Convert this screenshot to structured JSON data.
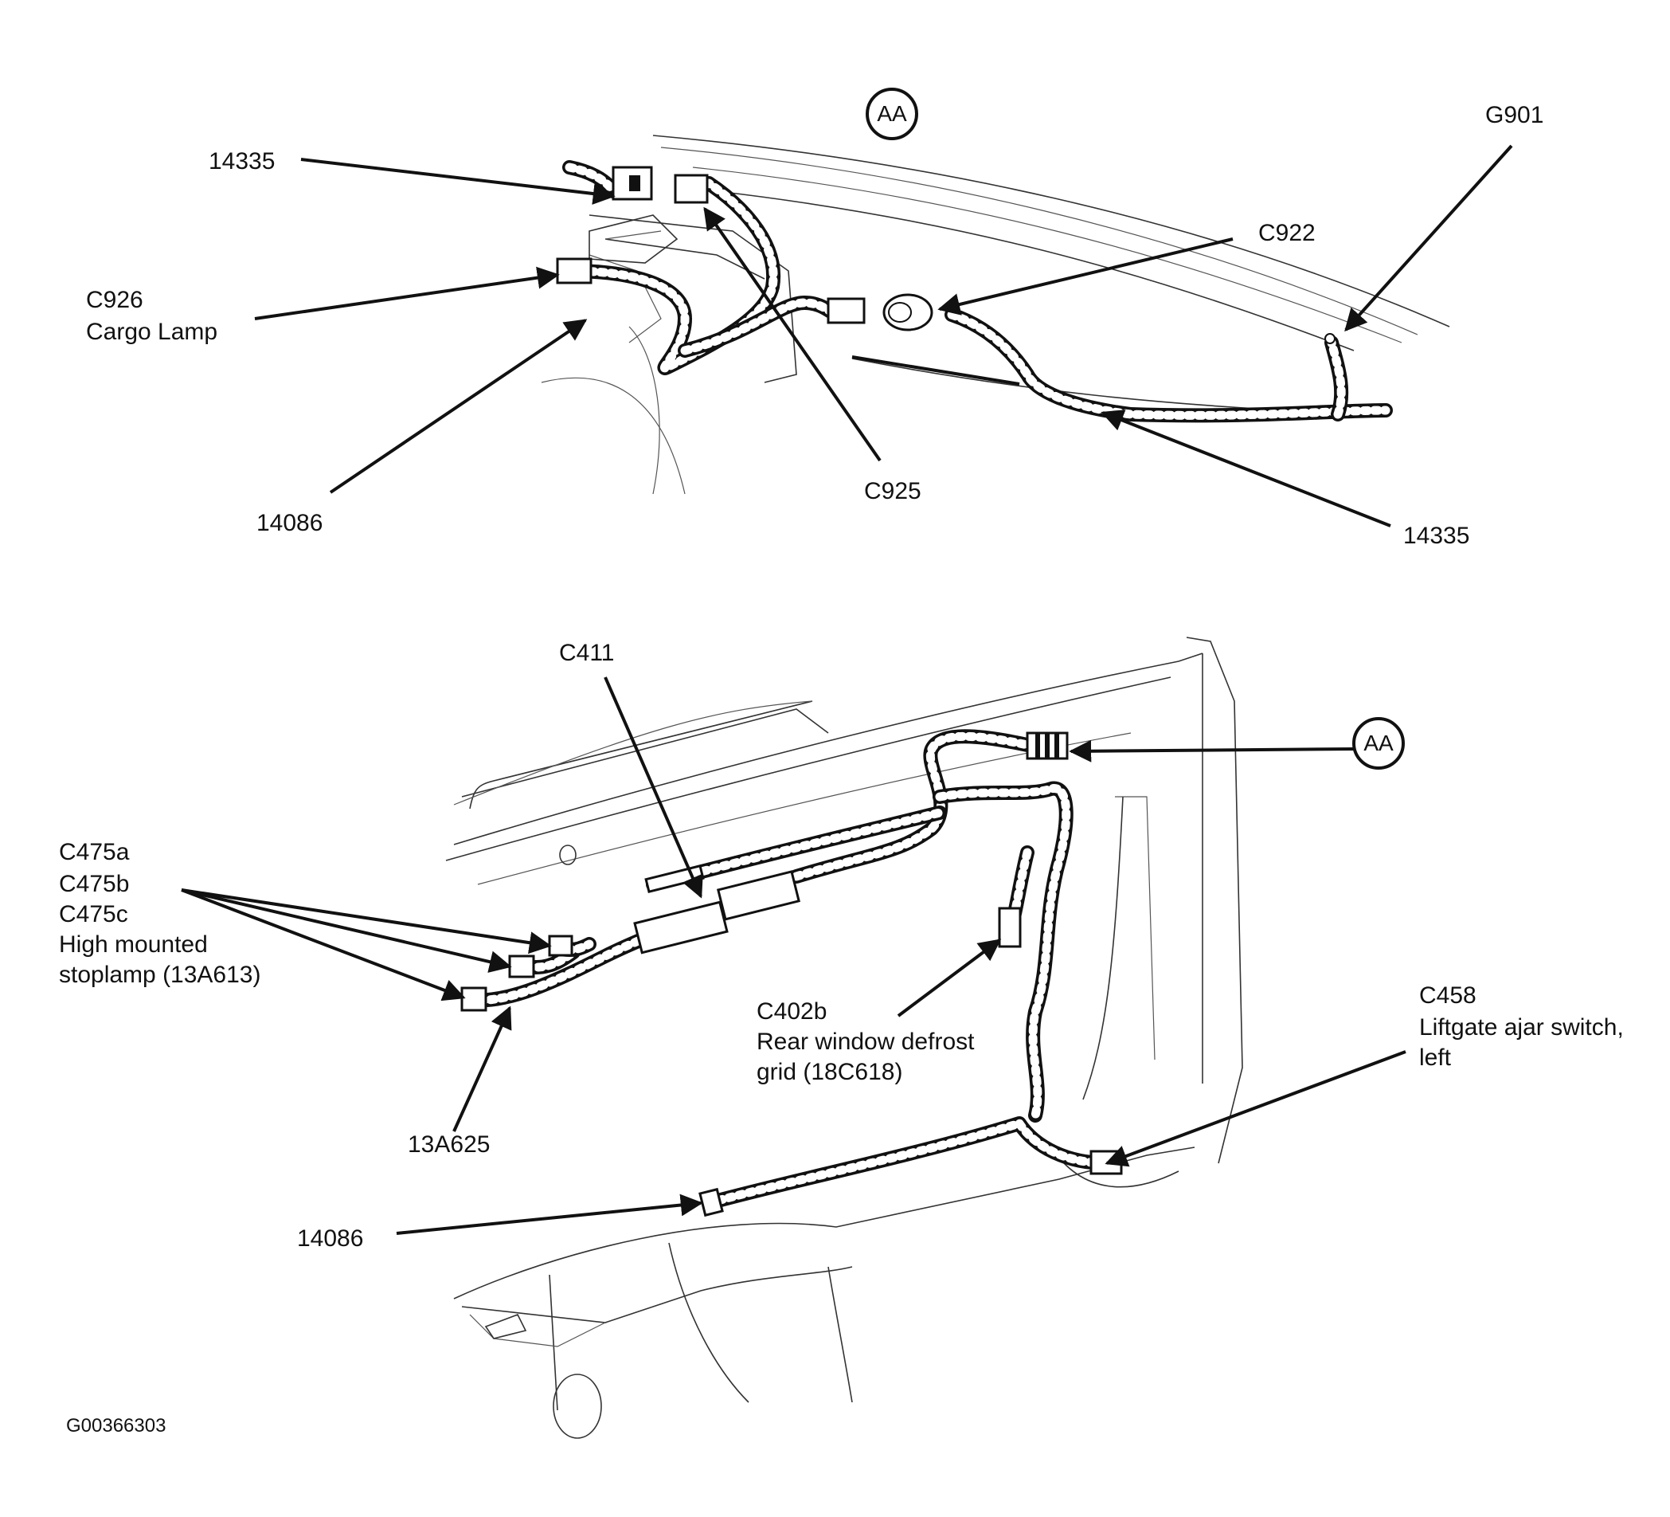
{
  "top_view": {
    "callout": "AA",
    "labels": {
      "l14335_a": "14335",
      "g901": "G901",
      "c922": "C922",
      "c926_a": "C926",
      "c926_b": "Cargo Lamp",
      "l14086_a": "14086",
      "c925": "C925",
      "l14335_b": "14335"
    }
  },
  "bottom_view": {
    "callout": "AA",
    "labels": {
      "c411": "C411",
      "c475_a": "C475a",
      "c475_b": "C475b",
      "c475_c": "C475c",
      "c475_d": "High mounted",
      "c475_e": "stoplamp (13A613)",
      "c402_a": "C402b",
      "c402_b": "Rear window defrost",
      "c402_c": "grid (18C618)",
      "c458_a": "C458",
      "c458_b": "Liftgate ajar switch,",
      "c458_c": "left",
      "l13a625": "13A625",
      "l14086_b": "14086"
    }
  },
  "figure_id": "G00366303",
  "icons": [
    "callout-circle-icon",
    "arrow-leader-icon"
  ]
}
